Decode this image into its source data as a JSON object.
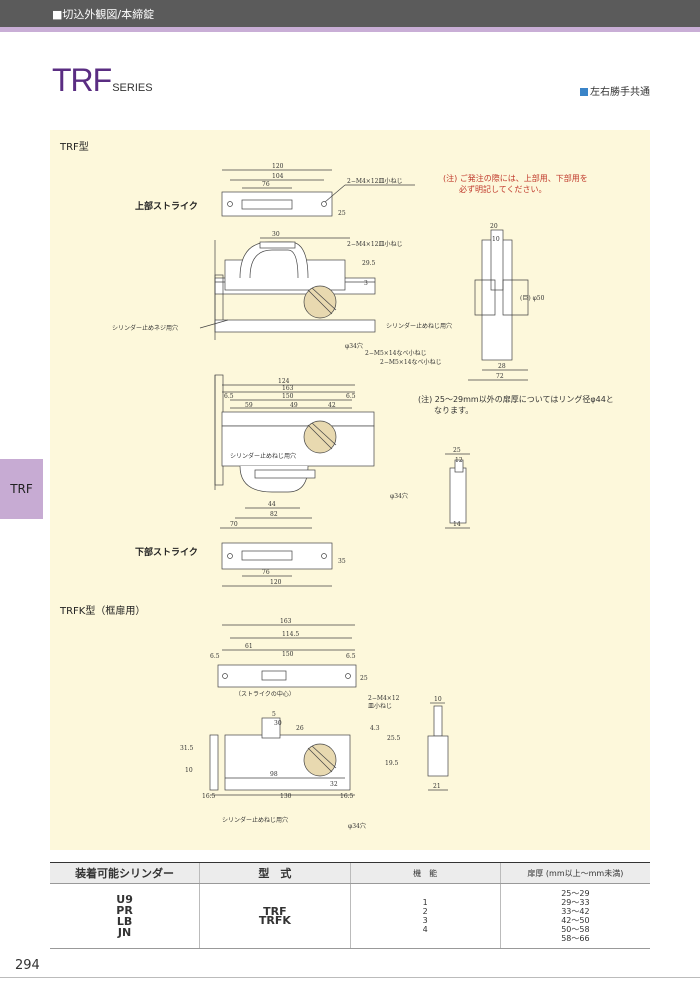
{
  "header": {
    "title": "■切込外観図/本締錠"
  },
  "series": {
    "name": "TRF",
    "suffix": "SERIES"
  },
  "handed": "左右勝手共通",
  "sidetab": "TRF",
  "sections": {
    "trf_title": "TRF型",
    "upper_strike": "上部ストライク",
    "lower_strike": "下部ストライク",
    "trfk_title": "TRFK型（框扉用）"
  },
  "notes": {
    "order": "(注) ご発注の際には、上部用、下部用を\n　　必ず明記してください。",
    "door": "(注) 25～29mm以外の扉厚についてはリング径φ44と\n　　なります。"
  },
  "drawing_labels": {
    "m4_screw": "2−M4×12皿小ねじ",
    "m4_screw_b": "2−M4×12皿小ねじ",
    "m5_screw_a": "2−M5×14なべ小ねじ",
    "m5_screw_b": "2−M5×14なべ小ねじ",
    "cyl_hole_a": "シリンダー止めネジ用穴",
    "cyl_hole_b": "シリンダー止めねじ用穴",
    "cyl_hole_c": "シリンダー止めねじ用穴",
    "cyl_hole_d": "シリンダー止めねじ用穴",
    "hole34_a": "φ34穴",
    "hole34_b": "φ34穴",
    "hole34_c": "φ34穴",
    "strike_center": "（ストライクの中心）",
    "m4_k1": "2−M4×12",
    "m4_k2": "皿小ねじ",
    "ring": "(巨) φ50"
  },
  "table": {
    "headers": [
      "装着可能シリンダー",
      "型　式",
      "機　能",
      "扉厚 (mm以上～mm未満)"
    ],
    "cylinders": [
      "U9",
      "PR",
      "LB",
      "JN"
    ],
    "models": [
      "TRF",
      "TRFK"
    ],
    "functions": [
      "1",
      "2",
      "3",
      "4"
    ],
    "thickness": [
      "25～29",
      "29～33",
      "33～42",
      "42～50",
      "50～58",
      "58～66"
    ]
  },
  "page_number": "294"
}
